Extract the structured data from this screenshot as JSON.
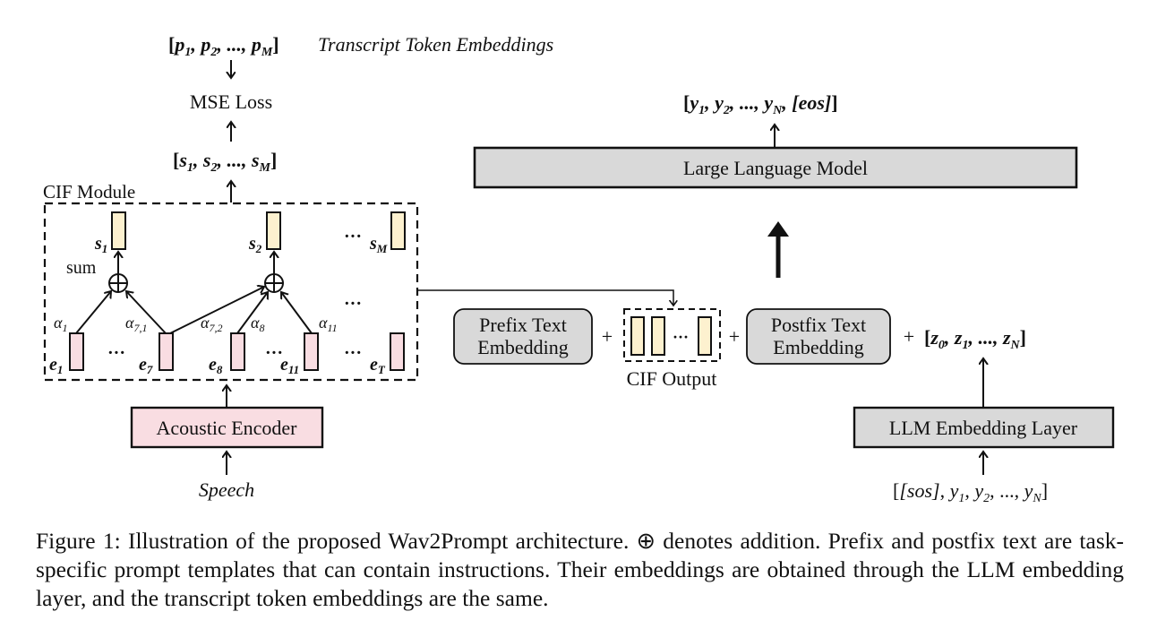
{
  "figure": {
    "top_target": {
      "open": "[",
      "p": "p",
      "sub1": "1",
      "sub2": "2",
      "subM": "M",
      "sep": ", ",
      "ellipsis": "...",
      "close": "]"
    },
    "top_target_label": "Transcript Token Embeddings",
    "mse_loss": "MSE Loss",
    "cif_outputs_seq": {
      "s": "s",
      "sub1": "1",
      "sub2": "2",
      "subM": "M"
    },
    "cif_module_label": "CIF Module",
    "sum_label": "sum",
    "oplus": "⊕",
    "ellipsis": "···",
    "cif_outputs": [
      {
        "letter": "s",
        "sub": "1"
      },
      {
        "letter": "s",
        "sub": "2"
      },
      {
        "letter": "s",
        "sub": "M"
      }
    ],
    "encoder_frames": [
      {
        "letter": "e",
        "sub": "1"
      },
      {
        "letter": "e",
        "sub": "7"
      },
      {
        "letter": "e",
        "sub": "8"
      },
      {
        "letter": "e",
        "sub": "11"
      },
      {
        "letter": "e",
        "sub": "T"
      }
    ],
    "weights": [
      {
        "letter": "α",
        "sub": "1"
      },
      {
        "letter": "α",
        "sub": "7,1"
      },
      {
        "letter": "α",
        "sub": "7,2"
      },
      {
        "letter": "α",
        "sub": "8"
      },
      {
        "letter": "α",
        "sub": "11"
      }
    ],
    "acoustic_encoder": "Acoustic Encoder",
    "speech_input": "Speech",
    "llm_output": {
      "y": "y",
      "sub1": "1",
      "sub2": "2",
      "subN": "N",
      "eos": "[eos]"
    },
    "llm": "Large Language Model",
    "prefix": [
      "Prefix Text",
      "Embedding"
    ],
    "postfix": [
      "Postfix Text",
      "Embedding"
    ],
    "plus": "+",
    "cif_output_label": "CIF Output",
    "z_seq": {
      "z": "z",
      "sub0": "0",
      "sub1": "1",
      "subN": "N"
    },
    "llm_embedding_layer": "LLM Embedding Layer",
    "llm_input": {
      "sos": "[sos]",
      "y": "y",
      "sub1": "1",
      "sub2": "2",
      "subN": "N"
    },
    "colors": {
      "encoder_pink": "#f9dde2",
      "cif_yellow": "#fdf1cf",
      "llm_gray": "#d9d9d9",
      "stroke": "#111111"
    }
  },
  "caption": "Figure 1: Illustration of the proposed Wav2Prompt architecture. ⊕ denotes addition. Prefix and postfix text are task-specific prompt templates that can contain instructions. Their embeddings are obtained through the LLM embedding layer, and the transcript token embeddings are the same."
}
